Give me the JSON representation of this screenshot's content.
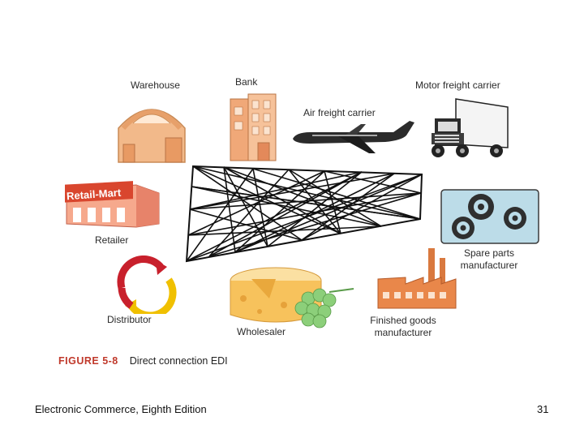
{
  "nodes": {
    "warehouse": "Warehouse",
    "bank": "Bank",
    "air_freight": "Air freight carrier",
    "motor_freight": "Motor freight carrier",
    "retailer": "Retailer",
    "retailer_sign": "Retail-Mart",
    "spare_parts_line1": "Spare parts",
    "spare_parts_line2": "manufacturer",
    "distributor": "Distributor",
    "wholesaler": "Wholesaler",
    "finished_goods_line1": "Finished goods",
    "finished_goods_line2": "manufacturer"
  },
  "figure": {
    "number": "FIGURE 5-8",
    "title": "Direct connection EDI"
  },
  "footer": {
    "book": "Electronic Commerce, Eighth Edition",
    "page": "31"
  },
  "colors": {
    "figure_label": "#c0392b",
    "building_orange": "#f0b27a",
    "lines": "#111111"
  }
}
